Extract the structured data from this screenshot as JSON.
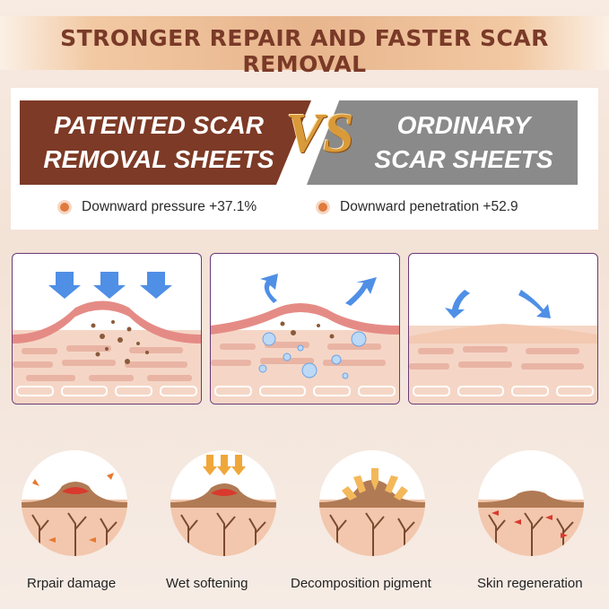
{
  "banner": {
    "title": "STRONGER REPAIR AND FASTER SCAR REMOVAL"
  },
  "comparison": {
    "left": {
      "line1": "PATENTED SCAR",
      "line2": "REMOVAL SHEETS",
      "color": "#7d3a26"
    },
    "vs": "VS",
    "right": {
      "line1": "ORDINARY",
      "line2": "SCAR SHEETS",
      "color": "#8a8a8a"
    },
    "stats": [
      "Downward pressure +37.1%",
      "Downward penetration +52.9"
    ]
  },
  "stages": {
    "captions": [
      "Rrpair damage",
      "Wet softening",
      "Decomposition pigment",
      "Skin regeneration"
    ]
  },
  "colors": {
    "accent": "#e07b3f",
    "brown": "#7a3a28",
    "arrow_blue": "#4f8fe6",
    "skin": "#f2c2a8"
  }
}
